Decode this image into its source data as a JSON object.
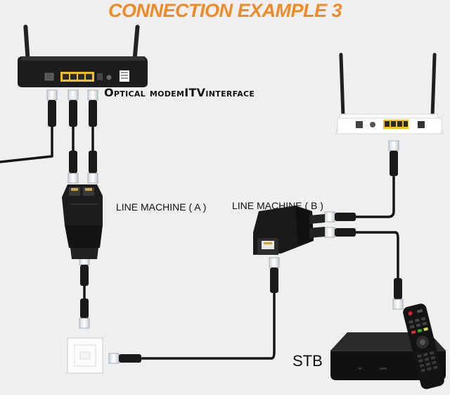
{
  "title": "CONNECTION EXAMPLE 3",
  "labels": {
    "optical_modem": "Optical modemITVinterface",
    "line_machine_a": "LINE MACHINE ( A )",
    "line_machine_b": "LINE MACHINE ( B )",
    "stb": "STB"
  },
  "colors": {
    "title": "#f08a24",
    "cable": "#151515",
    "device_dark": "#1c1c1c",
    "lan_port": "#f2c21a",
    "router_white": "#fafafa",
    "background": "#efefef"
  },
  "icons": {
    "optical_modem": "black-router-icon",
    "wifi_router": "white-router-icon",
    "splitter_a": "rj45-splitter-icon",
    "splitter_b": "rj45-splitter-icon",
    "wall_socket": "wall-plate-icon",
    "set_top_box": "stb-icon",
    "remote": "remote-control-icon"
  }
}
